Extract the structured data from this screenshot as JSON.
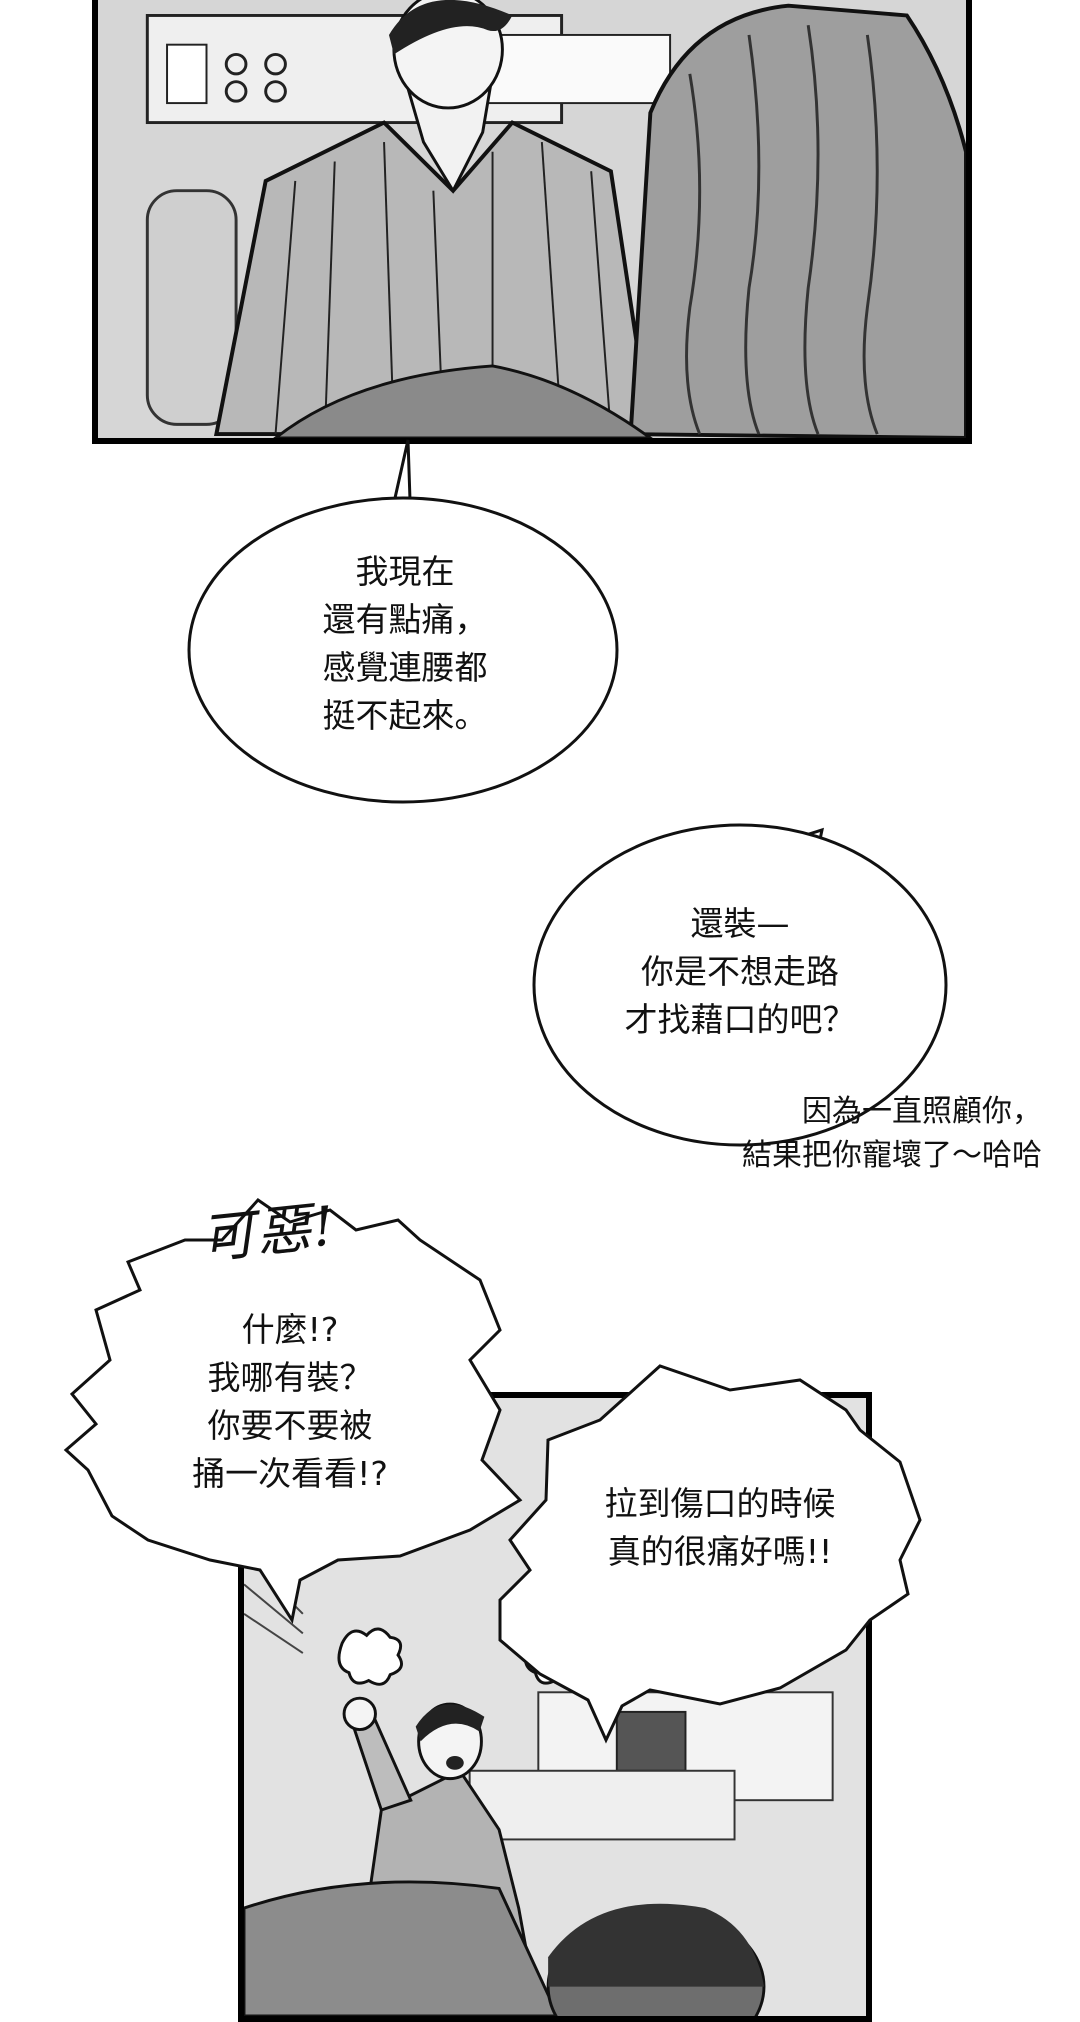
{
  "panels": {
    "top": {
      "description_tag": "hospital-room-two-men"
    },
    "bottom": {
      "description_tag": "angry-patient-in-bed"
    }
  },
  "bubbles": {
    "b1": "我現在\n還有點痛，\n感覺連腰都\n挺不起來。",
    "b2": "還裝—\n你是不想走路\n才找藉口的吧？",
    "b3": "什麼!?\n我哪有裝？\n你要不要被\n捅一次看看!?",
    "b4": "拉到傷口的時候\n真的很痛好嗎!!"
  },
  "narration": "因為一直照顧你，\n結果把你寵壞了～哈哈",
  "sfx": "可惡!",
  "colors": {
    "ink": "#111111",
    "panel_bg": "#d9d9d9",
    "paper": "#ffffff"
  }
}
